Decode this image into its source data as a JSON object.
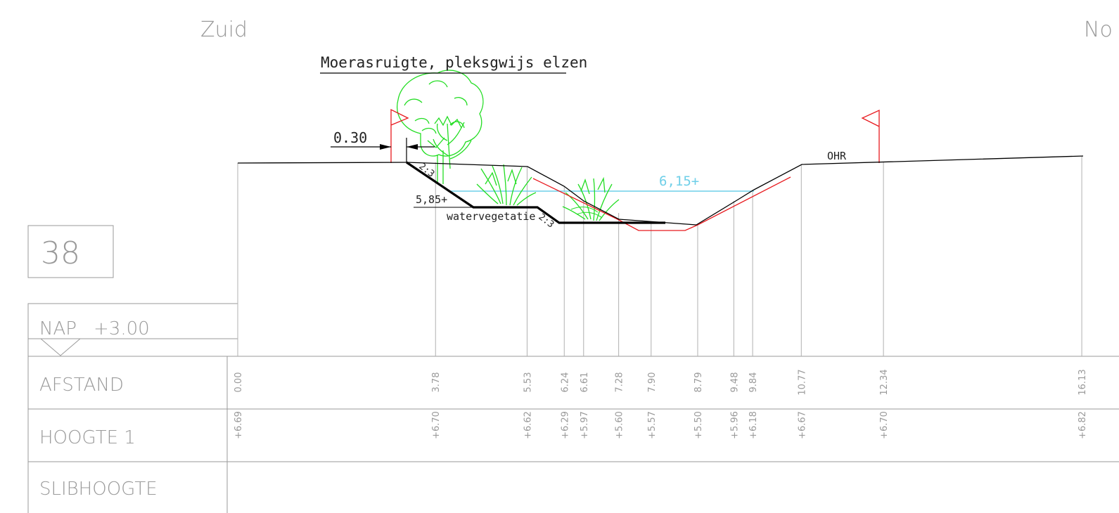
{
  "header": {
    "left_label": "Zuid",
    "right_label": "No",
    "profile_number": "38"
  },
  "annotations": {
    "vegetation_title": "Moerasruigte, pleksgwijs elzen",
    "dimension": "0.30",
    "water_level": "6,15+",
    "bottom_level": "5,85+",
    "water_vegetation": "watervegetatie",
    "slope_upper": "2:3",
    "slope_lower": "2:3",
    "ohr": "OHR"
  },
  "reference": {
    "nap_label": "NAP",
    "nap_value": "+3.00"
  },
  "table": {
    "rows": [
      {
        "label": "AFSTAND"
      },
      {
        "label": "HOOGTE 1"
      },
      {
        "label": "SLIBHOOGTE"
      }
    ],
    "stations": [
      {
        "afstand": "0.00",
        "hoogte": "+6.69"
      },
      {
        "afstand": "3.78",
        "hoogte": "+6.70"
      },
      {
        "afstand": "5.53",
        "hoogte": "+6.62"
      },
      {
        "afstand": "6.24",
        "hoogte": "+6.29"
      },
      {
        "afstand": "6.61",
        "hoogte": "+5.97"
      },
      {
        "afstand": "7.28",
        "hoogte": "+5.60"
      },
      {
        "afstand": "7.90",
        "hoogte": "+5.57"
      },
      {
        "afstand": "8.79",
        "hoogte": "+5.50"
      },
      {
        "afstand": "9.48",
        "hoogte": "+5.96"
      },
      {
        "afstand": "9.84",
        "hoogte": "+6.18"
      },
      {
        "afstand": "10.77",
        "hoogte": "+6.67"
      },
      {
        "afstand": "12.34",
        "hoogte": "+6.70"
      },
      {
        "afstand": "16.13",
        "hoogte": "+6.82"
      }
    ]
  },
  "colors": {
    "profile": "#000000",
    "design": "#e8191e",
    "water": "#6fcfe8",
    "vegetation": "#22dd22",
    "grid": "#b0b0b0",
    "text": "#9a9a9a"
  }
}
